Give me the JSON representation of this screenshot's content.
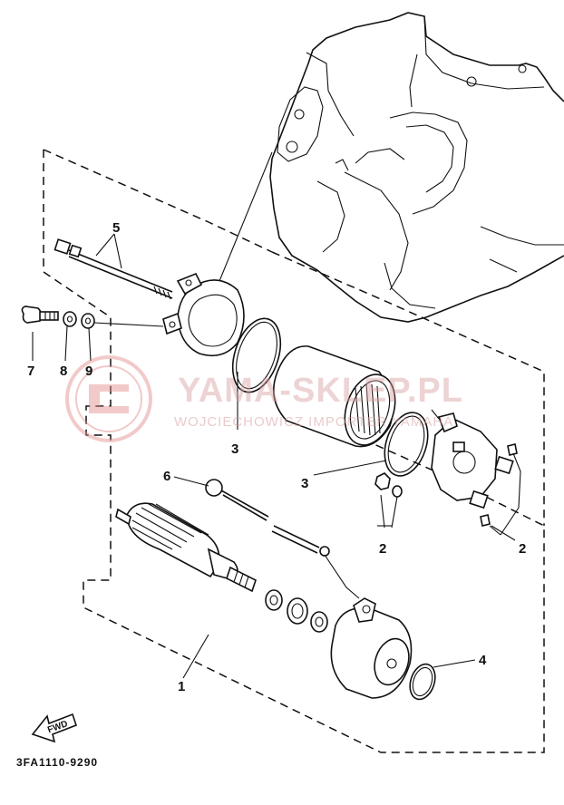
{
  "diagram": {
    "part_number": "3FA1110-9290",
    "fwd_label": "FWD",
    "watermark": {
      "title": "YAMA-SKLEP.PL",
      "subtitle": "WOJCIECHOWICZ IMPORTER YAMAHA"
    },
    "callouts": [
      {
        "id": "1",
        "label": "1"
      },
      {
        "id": "2a",
        "label": "2"
      },
      {
        "id": "2b",
        "label": "2"
      },
      {
        "id": "3a",
        "label": "3"
      },
      {
        "id": "3b",
        "label": "3"
      },
      {
        "id": "4",
        "label": "4"
      },
      {
        "id": "5",
        "label": "5"
      },
      {
        "id": "6",
        "label": "6"
      },
      {
        "id": "7",
        "label": "7"
      },
      {
        "id": "8",
        "label": "8"
      },
      {
        "id": "9",
        "label": "9"
      }
    ]
  }
}
